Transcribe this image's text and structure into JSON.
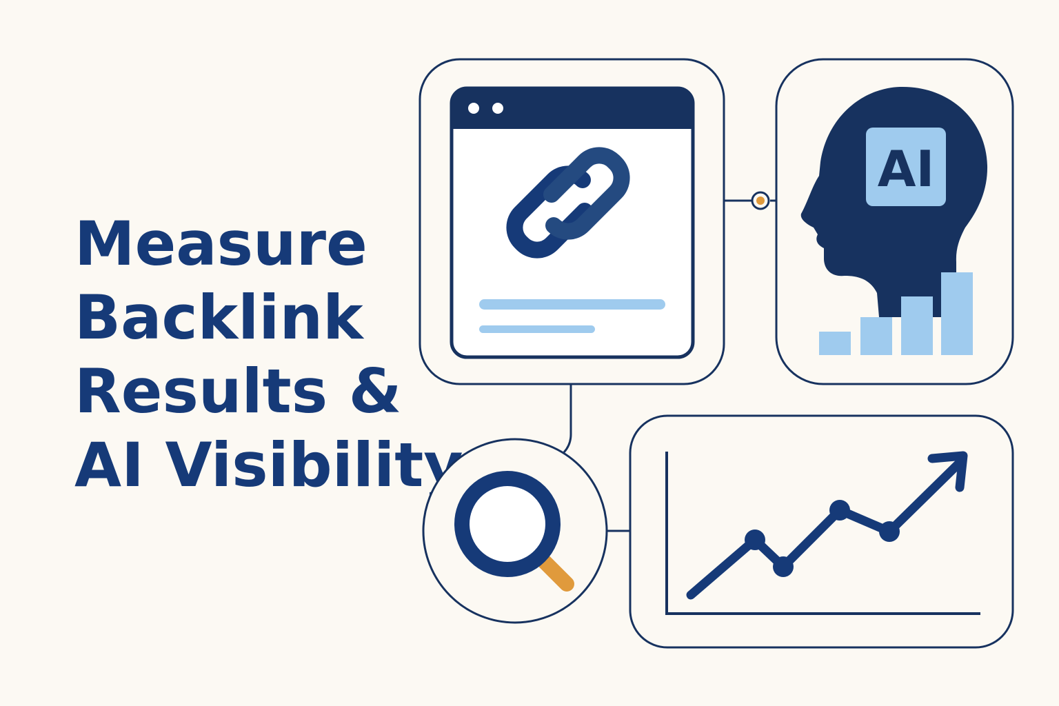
{
  "headline": {
    "lines": [
      "Measure",
      "Backlink",
      "Results &",
      "AI Visibility"
    ]
  },
  "ai_badge": {
    "label": "AI"
  },
  "icons": {
    "browser": "browser-window-icon",
    "link": "chain-link-icon",
    "head": "ai-head-icon",
    "bars": "bar-chart-icon",
    "search": "magnifier-icon",
    "trend": "trend-line-chart-icon"
  },
  "colors": {
    "background": "#fcf9f3",
    "navy": "#163a78",
    "dark_navy": "#17325f",
    "light_blue": "#9fcbee",
    "orange": "#e09a3c"
  }
}
